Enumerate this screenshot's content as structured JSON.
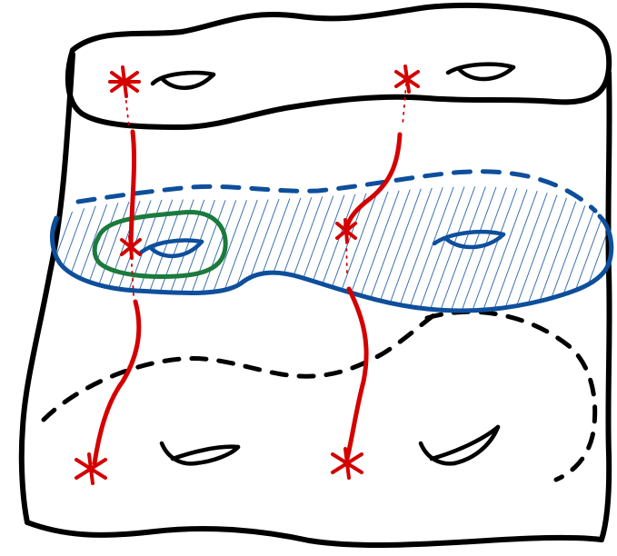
{
  "figure": {
    "kind": "hand-drawn topology sketch",
    "colors": {
      "outline": "#000000",
      "marked_points": "#d40000",
      "surface_region": "#0d4f9c",
      "loop": "#1b7a3d",
      "background": "#ffffff"
    },
    "icons": [
      "handle-hole-icon",
      "marked-point-icon",
      "arc-path",
      "loop-curve",
      "hatched-surface"
    ],
    "counts": {
      "top_holes": 2,
      "middle_holes": 2,
      "bottom_holes": 2,
      "red_arcs": 2,
      "green_loops": 1
    }
  }
}
